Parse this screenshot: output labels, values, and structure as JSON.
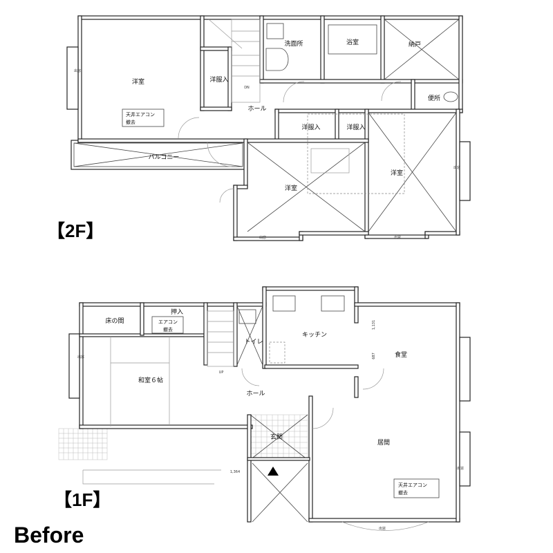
{
  "titles": {
    "floor2": "【2F】",
    "floor1": "【1F】",
    "before": "Before"
  },
  "floor2": {
    "rooms": {
      "western_room_main": "洋室",
      "closet_1": "洋服入",
      "washroom": "洗面所",
      "bathroom": "浴室",
      "storeroom": "納戸",
      "toilet": "便所",
      "hall": "ホール",
      "closet_2": "洋服入",
      "closet_3": "洋服入",
      "western_room_2": "洋室",
      "western_room_3": "洋室",
      "balcony": "バルコニー"
    },
    "note_line1": "天井エアコン",
    "note_line2": "撤去",
    "bay_window": "出窓",
    "stair_label": "DN"
  },
  "floor1": {
    "rooms": {
      "alcove": "床の間",
      "closet": "押入",
      "toilet": "トイレ",
      "kitchen": "キッチン",
      "dining": "食堂",
      "japanese_room": "和室６帖",
      "hall": "ホール",
      "entrance": "玄関",
      "living": "居間"
    },
    "closet_note_line1": "エアコン",
    "closet_note_line2": "撤去",
    "living_note_line1": "天井エアコン",
    "living_note_line2": "撤去",
    "bay_window": "出窓",
    "stair_label": "UP",
    "dimensions": [
      "1,131",
      "687",
      "1,364"
    ]
  }
}
